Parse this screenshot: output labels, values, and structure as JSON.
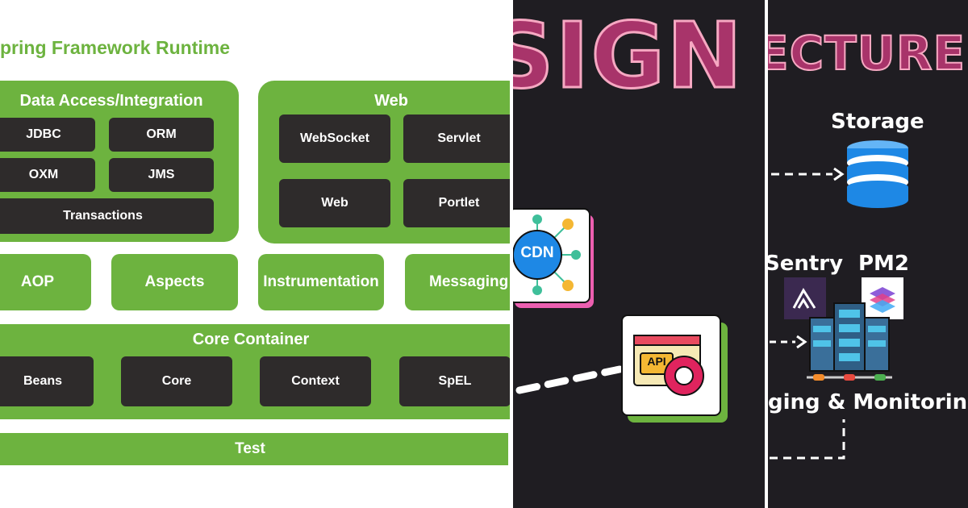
{
  "spring": {
    "title": "pring Framework Runtime",
    "data_access": {
      "title": "Data Access/Integration",
      "items": [
        "JDBC",
        "ORM",
        "OXM",
        "JMS",
        "Transactions"
      ]
    },
    "web": {
      "title": "Web",
      "items": [
        "WebSocket",
        "Servlet",
        "Web",
        "Portlet"
      ]
    },
    "middle": [
      "AOP",
      "Aspects",
      "Instrumentation",
      "Messaging"
    ],
    "core": {
      "title": "Core Container",
      "items": [
        "Beans",
        "Core",
        "Context",
        "SpEL"
      ]
    },
    "test": "Test"
  },
  "mid_panel": {
    "heading": "SIGN",
    "cdn_label": "CDN",
    "api_label": "API"
  },
  "right_panel": {
    "heading": "ECTURE",
    "storage_label": "Storage",
    "sentry_label": "Sentry",
    "pm2_label": "PM2",
    "monitoring_label": "ging & Monitoring"
  },
  "colors": {
    "spring_green": "#6db33f",
    "dark_box": "#2e2b2b",
    "panel_bg": "#1f1d22",
    "accent_pink": "#a8346a",
    "cdn_blue": "#1e88e5"
  }
}
